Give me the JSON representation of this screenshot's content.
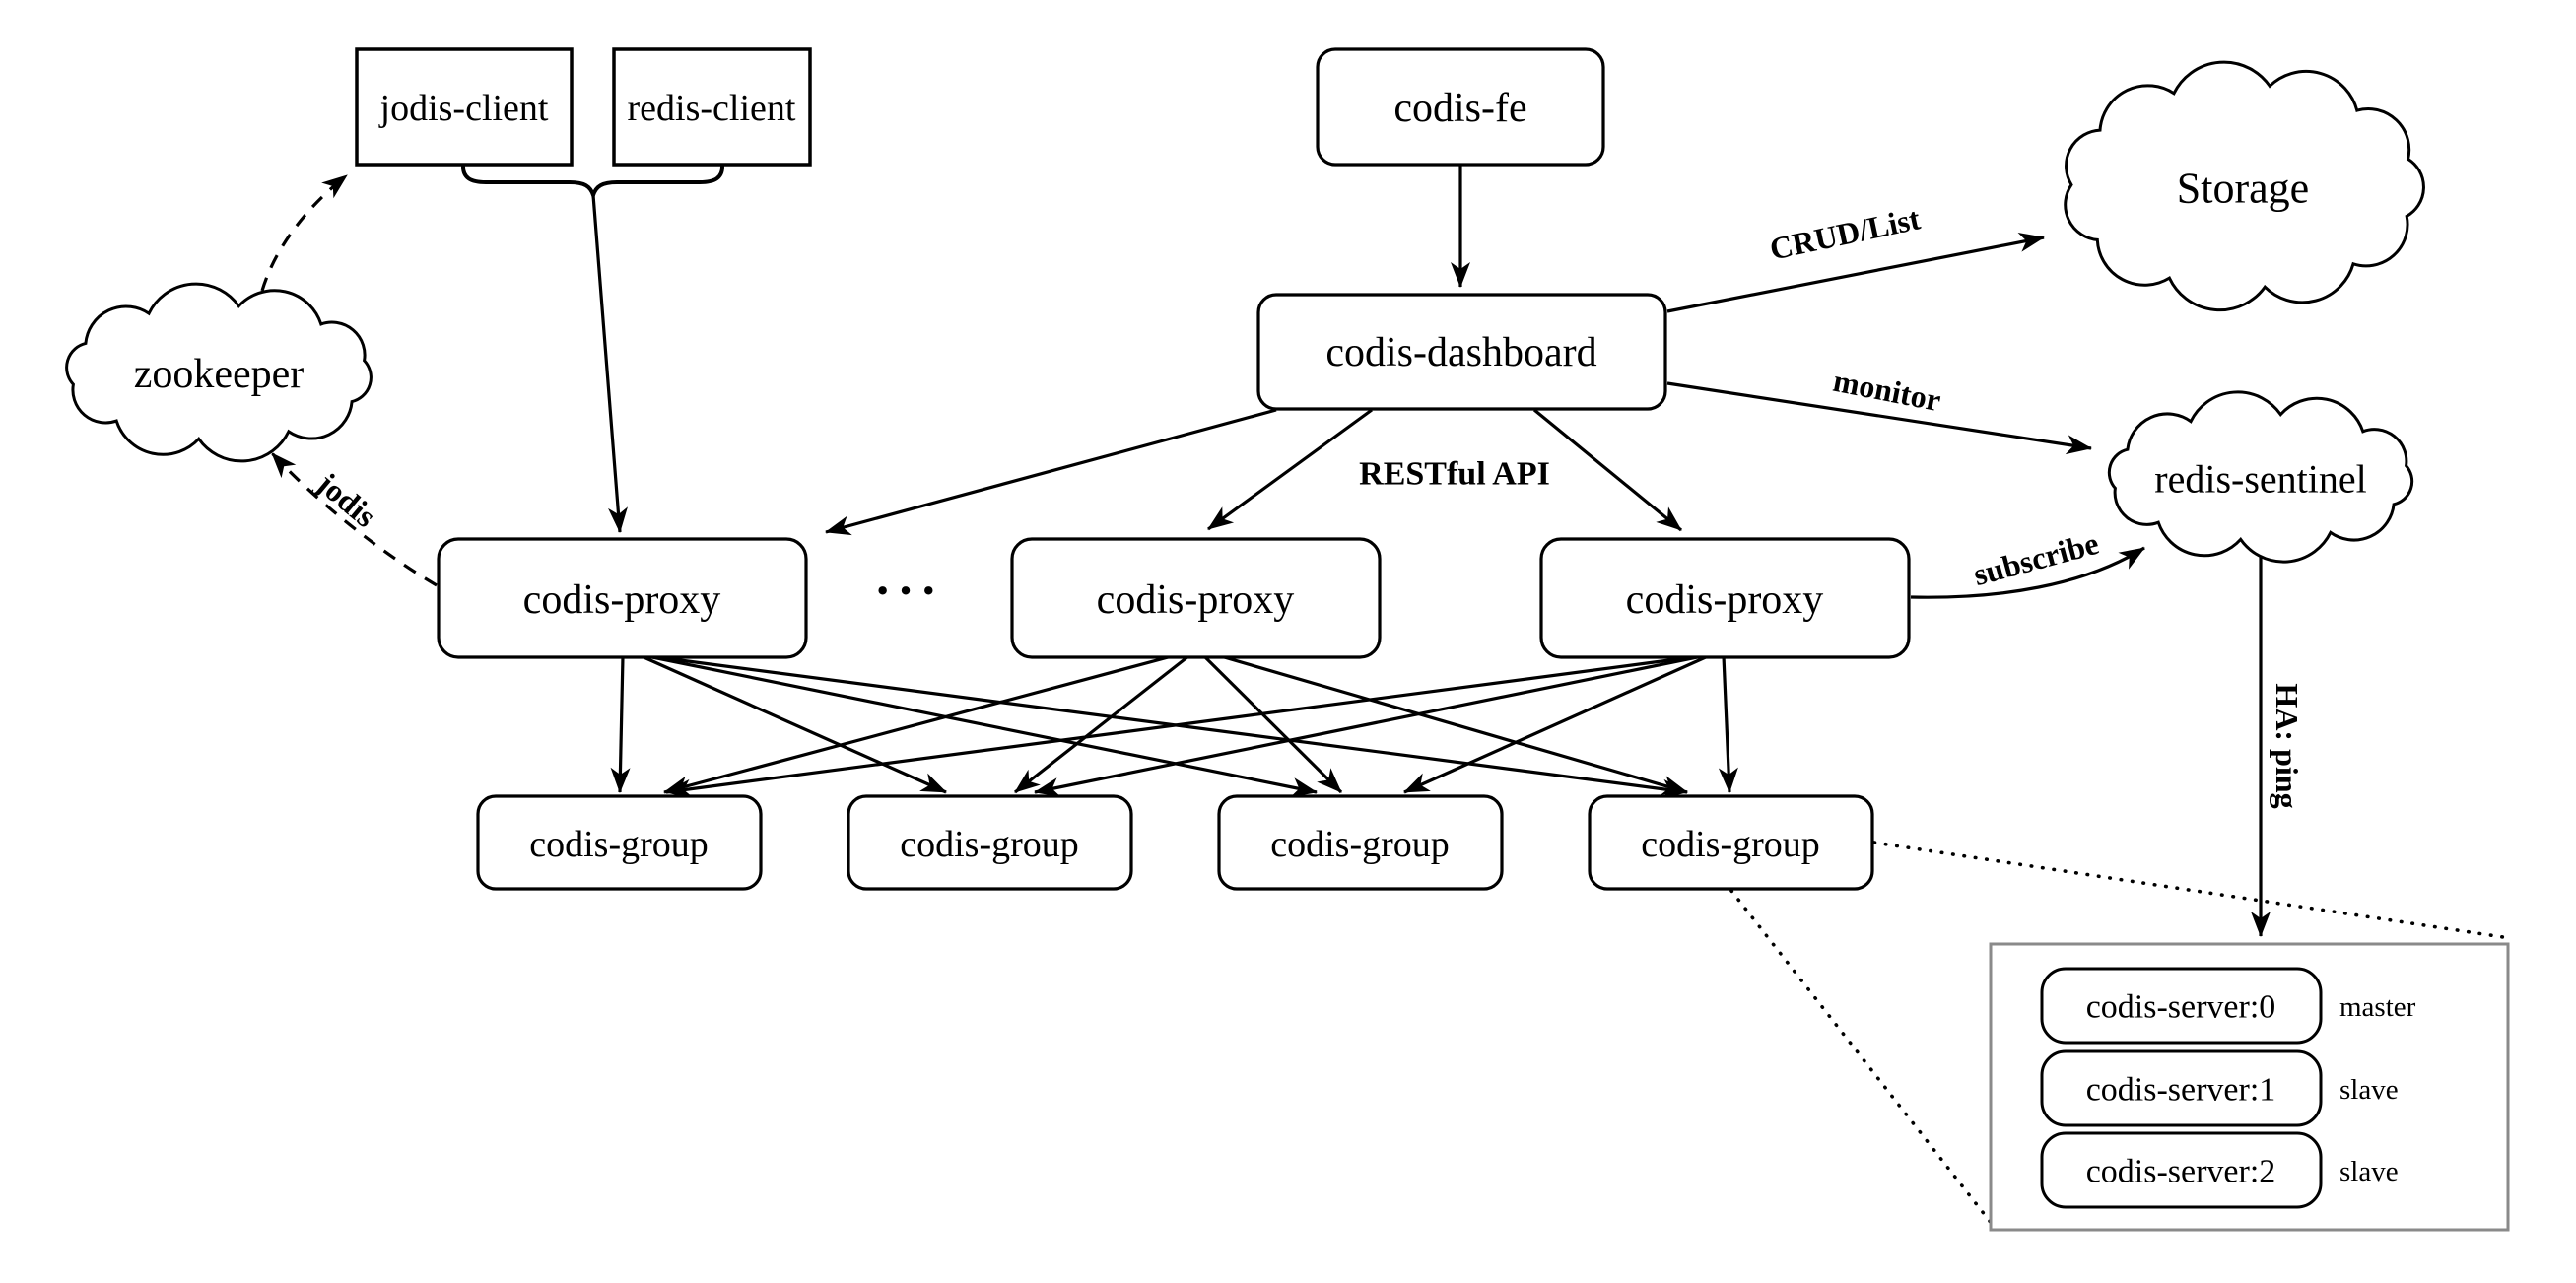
{
  "diagram": {
    "clients": {
      "jodis_label": "jodis-client",
      "redis_label": "redis-client"
    },
    "fe_label": "codis-fe",
    "dashboard_label": "codis-dashboard",
    "zookeeper_label": "zookeeper",
    "storage_label": "Storage",
    "sentinel_label": "redis-sentinel",
    "proxies": [
      {
        "label": "codis-proxy"
      },
      {
        "label": "codis-proxy"
      },
      {
        "label": "codis-proxy"
      }
    ],
    "ellipsis": "···",
    "groups": [
      {
        "label": "codis-group"
      },
      {
        "label": "codis-group"
      },
      {
        "label": "codis-group"
      },
      {
        "label": "codis-group"
      }
    ],
    "servers": [
      {
        "name": "codis-server:0",
        "role": "master"
      },
      {
        "name": "codis-server:1",
        "role": "slave"
      },
      {
        "name": "codis-server:2",
        "role": "slave"
      }
    ],
    "edge_labels": {
      "crud": "CRUD/List",
      "monitor": "monitor",
      "restful": "RESTful API",
      "subscribe": "subscribe",
      "jodis": "jodis",
      "ha_ping": "HA: ping"
    },
    "colors": {
      "line": "#000000",
      "container_border": "#8a8a8a",
      "node_fill": "#ffffff",
      "background": "#ffffff"
    }
  }
}
